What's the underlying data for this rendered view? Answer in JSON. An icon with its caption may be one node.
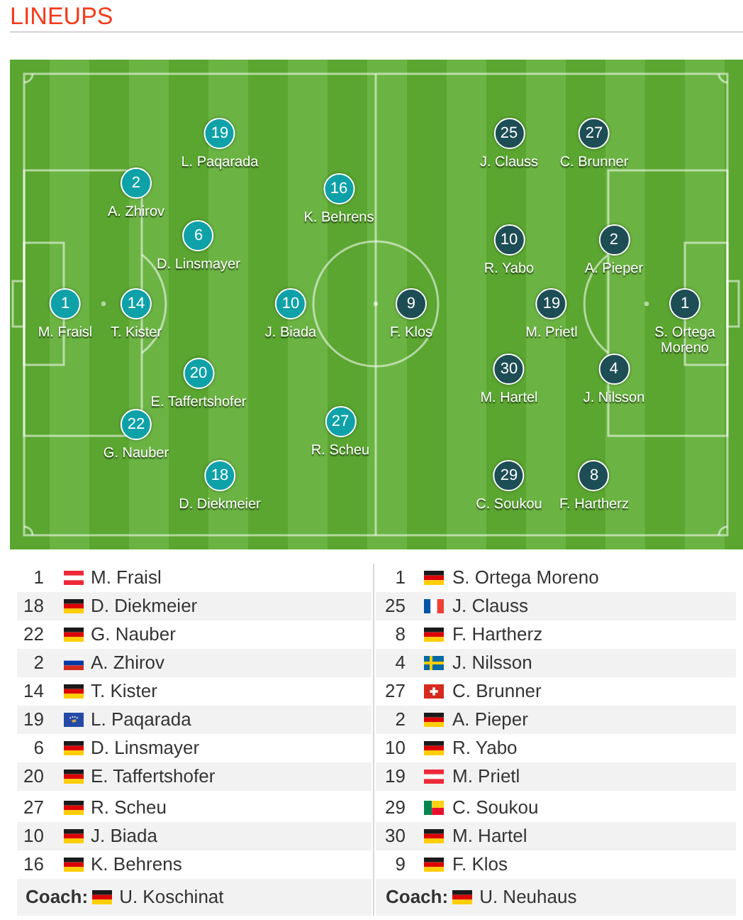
{
  "diagram": {
    "title": "LINEUPS",
    "nodes": [
      {
        "text": [
          "1",
          "M. Fraisl"
        ]
      },
      {
        "text": [
          "2",
          "A. Zhirov"
        ]
      },
      {
        "text": [
          "14",
          "T. Kister"
        ]
      },
      {
        "text": [
          "22",
          "G. Nauber"
        ]
      },
      {
        "text": [
          "19",
          "L. Paqarada"
        ]
      },
      {
        "text": [
          "6",
          "D. Linsmayer"
        ]
      },
      {
        "text": [
          "20",
          "E. Taffertshofer"
        ]
      },
      {
        "text": [
          "18",
          "D. Diekmeier"
        ]
      },
      {
        "text": [
          "16",
          "K. Behrens"
        ]
      },
      {
        "text": [
          "10",
          "J. Biada"
        ]
      },
      {
        "text": [
          "27",
          "R. Scheu"
        ]
      },
      {
        "text": [
          "9",
          "F. Klos"
        ]
      },
      {
        "text": [
          "25",
          "J. Clauss"
        ]
      },
      {
        "text": [
          "10",
          "R. Yabo"
        ]
      },
      {
        "text": [
          "30",
          "M. Hartel"
        ]
      },
      {
        "text": [
          "29",
          "C. Soukou"
        ]
      },
      {
        "text": [
          "19",
          "M. Prietl"
        ]
      },
      {
        "text": [
          "27",
          "C. Brunner"
        ]
      },
      {
        "text": [
          "8",
          "F. Hartherz"
        ]
      },
      {
        "text": [
          "2",
          "A. Pieper"
        ]
      },
      {
        "text": [
          "4",
          "J. Nilsson"
        ]
      },
      {
        "text": [
          "1",
          "S. Ortega Moreno"
        ]
      }
    ],
    "labels": [
      "1",
      "M. Fraisl",
      "1",
      "S. Ortega Moreno",
      "18",
      "D. Diekmeier",
      "25",
      "J. Clauss",
      "22",
      "G. Nauber",
      "8",
      "F. Hartherz",
      "2",
      "A. Zhirov",
      "4",
      "J. Nilsson",
      "14",
      "T. Kister",
      "27",
      "C. Brunner",
      "19",
      "L. Paqarada",
      "2",
      "A. Pieper",
      "6",
      "D. Linsmayer",
      "10",
      "R. Yabo",
      "20",
      "E. Taffertshofer",
      "19",
      "M. Prietl",
      "27",
      "R. Scheu",
      "29",
      "C. Soukou",
      "10",
      "J. Biada",
      "30",
      "M. Hartel",
      "16",
      "K. Behrens",
      "9",
      "F. Klos",
      "Coach:",
      "U. Koschinat",
      "Coach:",
      "U. Neuhaus"
    ]
  }
}
